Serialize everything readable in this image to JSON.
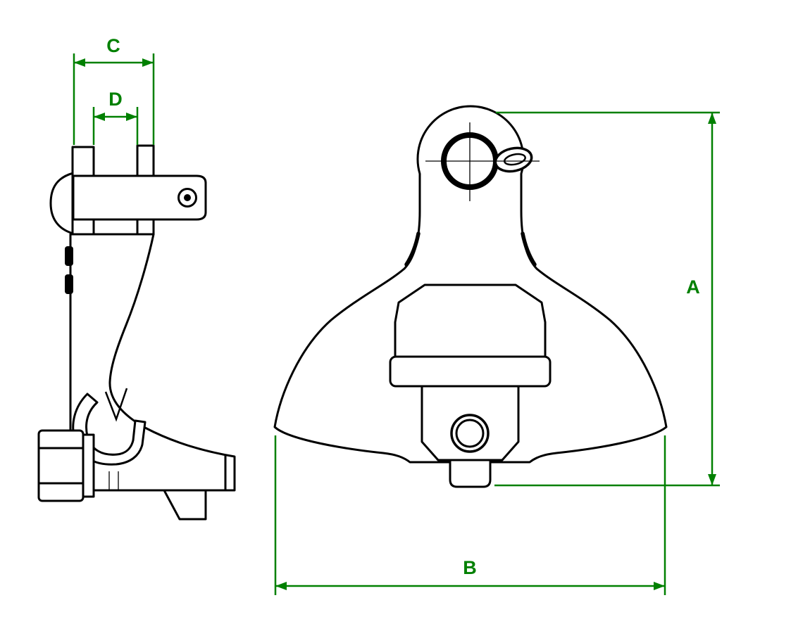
{
  "dimensions": {
    "a": {
      "label": "A"
    },
    "b": {
      "label": "B"
    },
    "c": {
      "label": "C"
    },
    "d": {
      "label": "D"
    }
  },
  "colors": {
    "dimension_line": "#008000",
    "drawing_line": "#000000",
    "background": "#ffffff"
  }
}
